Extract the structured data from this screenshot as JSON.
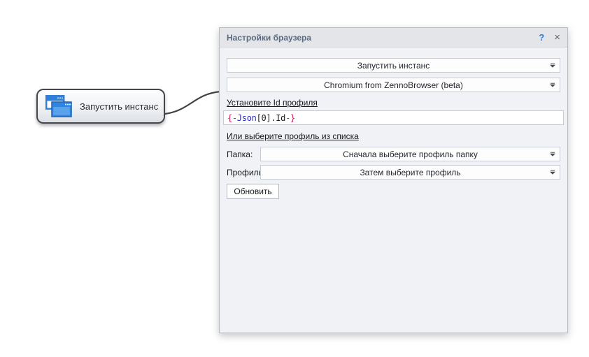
{
  "node": {
    "label": "Запустить инстанс"
  },
  "panel": {
    "title": "Настройки браузера",
    "help": "?",
    "close": "×",
    "action_combo": "Запустить инстанс",
    "browser_combo": "Chromium from ZennoBrowser (beta)",
    "profile_id_link": "Установите Id профиля",
    "profile_id_value": "{-Json[0].Id-}",
    "profile_id_parts": [
      {
        "text": "{-",
        "color": "#d01d5c"
      },
      {
        "text": "Json",
        "color": "#2a2ac8"
      },
      {
        "text": "[0].Id",
        "color": "#1a1b1f"
      },
      {
        "text": "-}",
        "color": "#d01d5c"
      }
    ],
    "or_select_link": "Или выберите профиль из списка",
    "folder_label": "Папка:",
    "folder_combo": "Сначала выберите профиль папку",
    "profile_label": "Профиль:",
    "profile_combo": "Затем выберите профиль",
    "refresh_button": "Обновить"
  },
  "colors": {
    "help_blue": "#2e7cd6",
    "macro_red": "#d01d5c",
    "macro_blue": "#2a2ac8",
    "icon_blue": "#2f86e0",
    "panel_bg": "#f0f2f6",
    "header_bg": "#e3e5e9",
    "connector": "#3f4348"
  }
}
